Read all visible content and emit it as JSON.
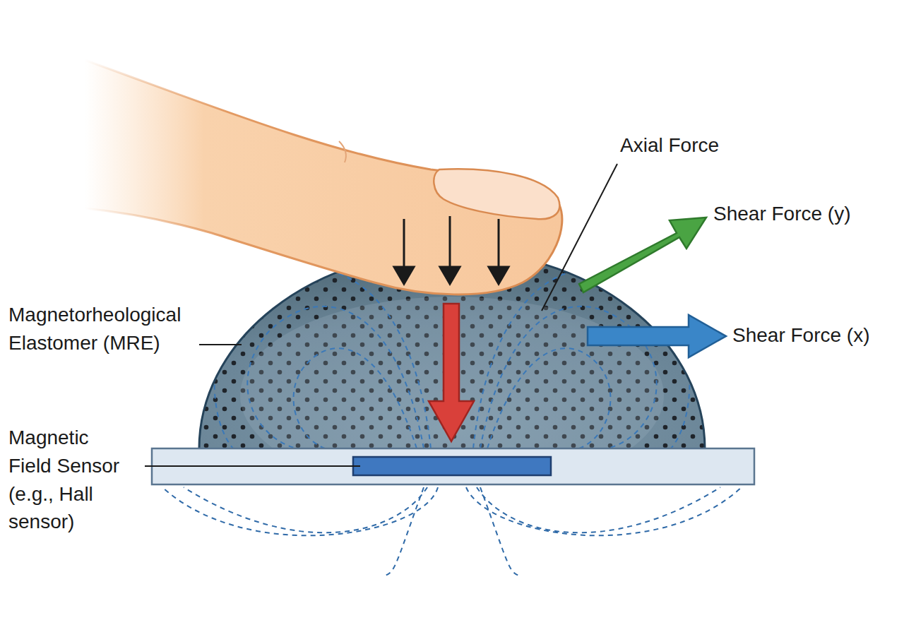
{
  "diagram": {
    "labels": [
      "Axial Force",
      "Shear Force (y)",
      "Shear Force (x)",
      "Magnetorheological Elastomer (MRE)",
      "Magnetic Field Sensor (e.g., Hall sensor)"
    ]
  }
}
